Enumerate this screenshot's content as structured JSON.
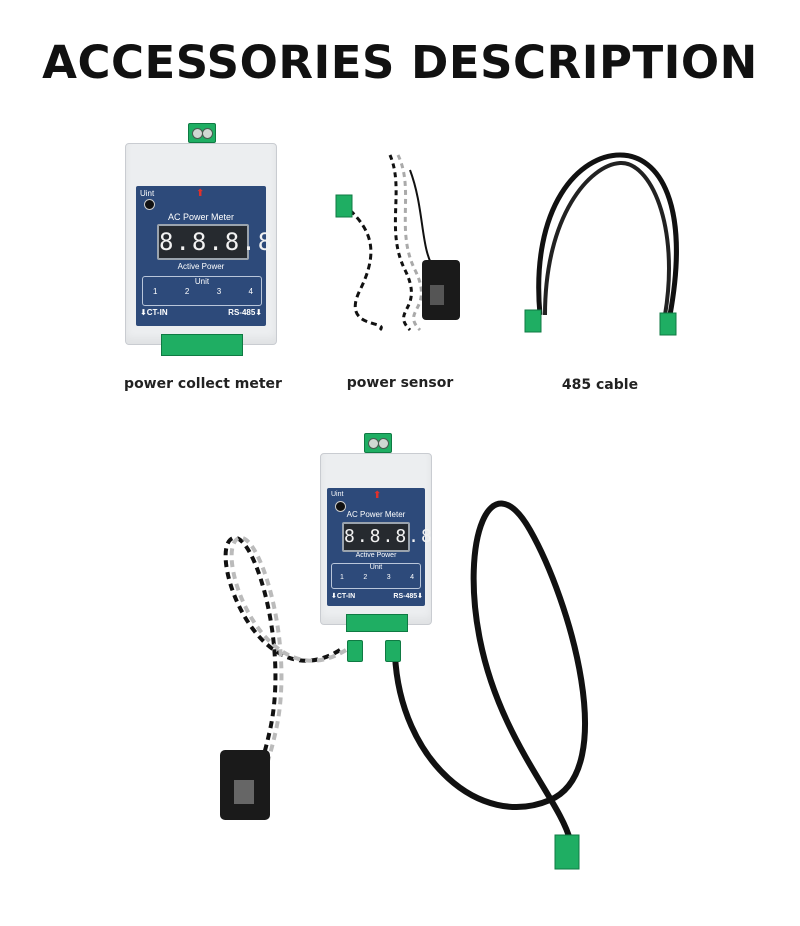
{
  "title": "ACCESSORIES DESCRIPTION",
  "captions": {
    "meter": "power collect meter",
    "sensor": "power sensor",
    "cable": "485 cable"
  },
  "meter": {
    "uint_label": "Uint",
    "panel_title": "AC Power Meter",
    "display": "8.8.8.8",
    "active_power": "Active Power",
    "unit_label": "Unit",
    "unit_numbers": [
      "1",
      "2",
      "3",
      "4"
    ],
    "ct_in": "CT-IN",
    "rs485": "RS-485"
  },
  "colors": {
    "panel": "#2d4a7a",
    "terminal_green": "#1fae63",
    "cable_black": "#111111",
    "marker_red": "#e0312b"
  },
  "icons": [
    "arrow-up-icon",
    "arrow-down-icon"
  ]
}
